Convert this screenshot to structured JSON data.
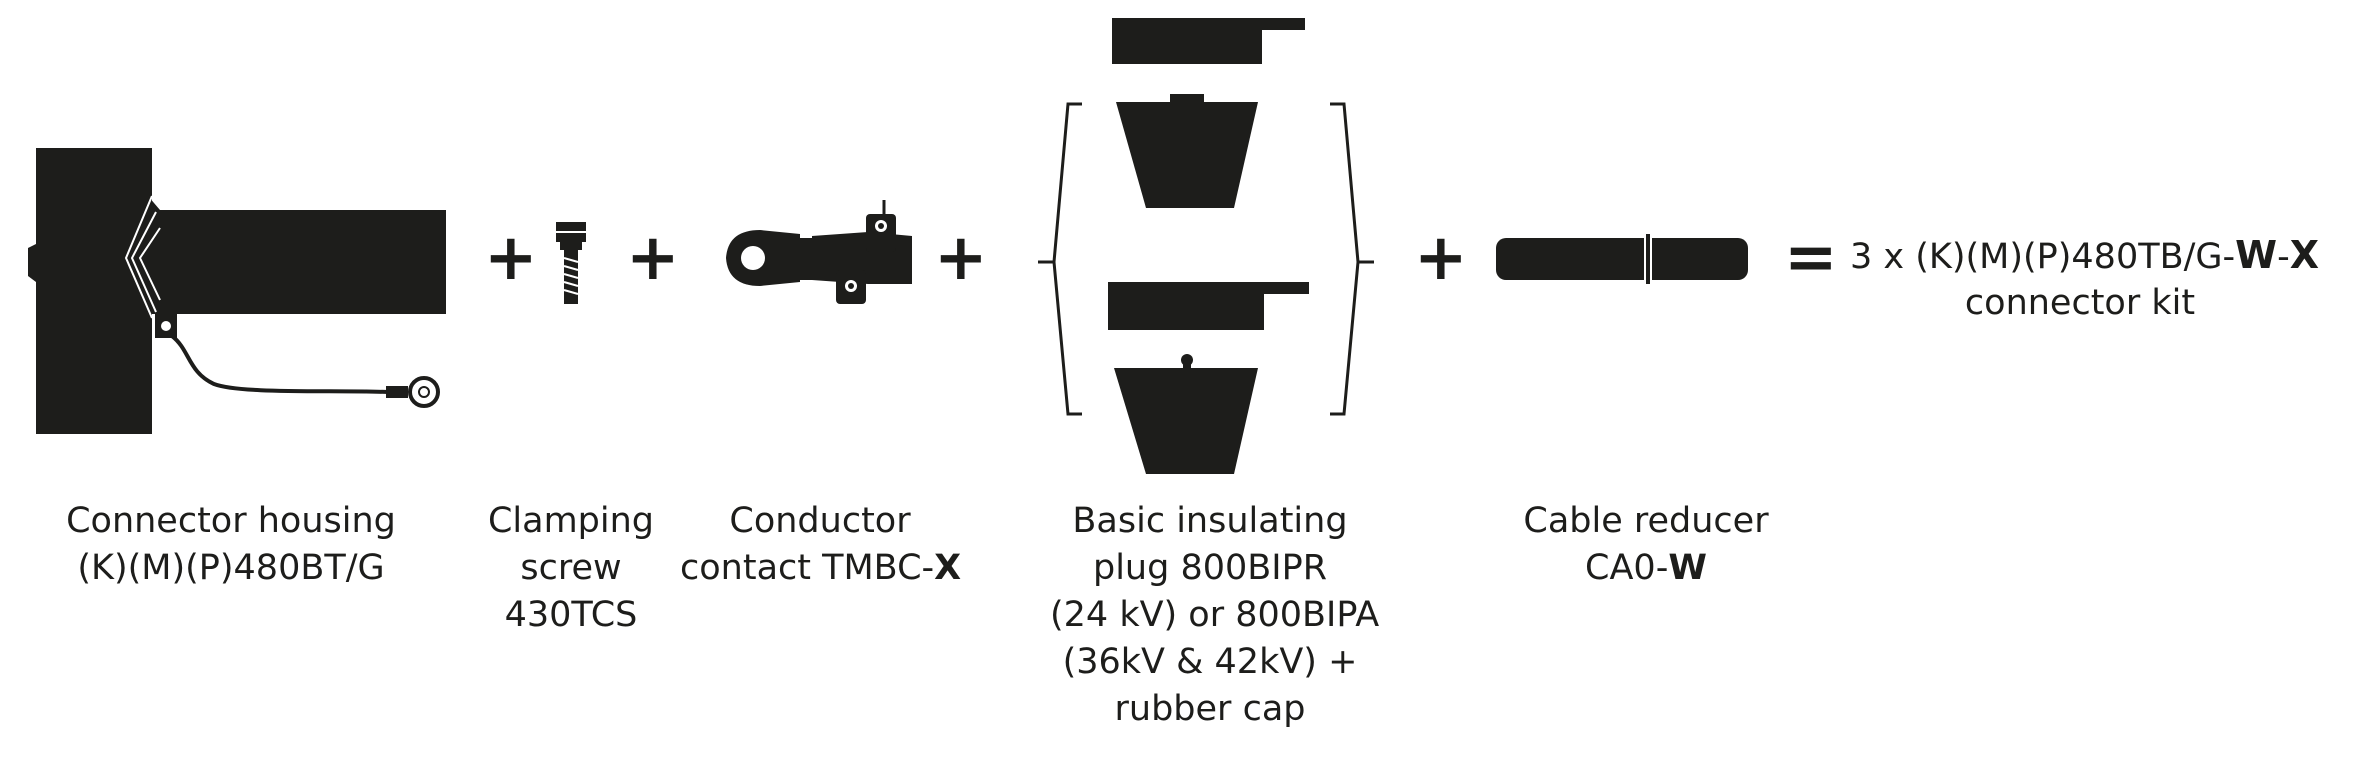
{
  "colors": {
    "ink": "#1d1d1b",
    "background": "#ffffff"
  },
  "operators": {
    "plus": "+",
    "equals": "="
  },
  "components": [
    {
      "id": "housing",
      "icon": "connector-housing-icon",
      "lines": [
        "Connector housing",
        "(K)(M)(P)480BT/G"
      ]
    },
    {
      "id": "screw",
      "icon": "clamping-screw-icon",
      "lines": [
        "Clamping",
        "screw",
        "430TCS"
      ]
    },
    {
      "id": "contact",
      "icon": "conductor-contact-icon",
      "lines": [
        "Conductor"
      ],
      "line2_prefix": "contact TMBC-",
      "line2_bold": "X"
    },
    {
      "id": "plug",
      "icon": "insulating-plug-icon",
      "lines": [
        "Basic insulating",
        "plug 800BIPR",
        "(24 kV) or 800BIPA",
        "(36kV & 42kV) +",
        "rubber cap"
      ]
    },
    {
      "id": "reducer",
      "icon": "cable-reducer-icon",
      "lines": [
        "Cable reducer"
      ],
      "line2_prefix": "CA0-",
      "line2_bold": "W"
    }
  ],
  "result": {
    "prefix": "3 x (K)(M)(P)480TB/G-",
    "bold_w": "W",
    "dash": "-",
    "bold_x": "X",
    "line2": "connector kit"
  }
}
